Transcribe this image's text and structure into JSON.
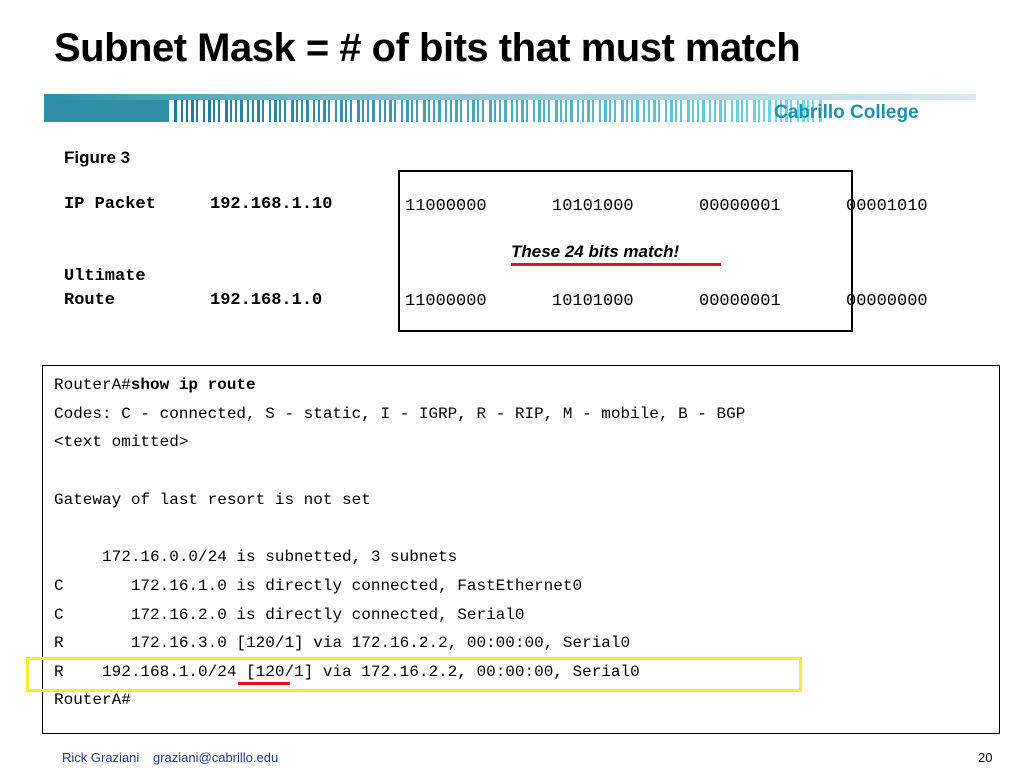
{
  "slide": {
    "title": "Subnet Mask = # of bits that must match",
    "brand": "Cabrillo College",
    "accent_color": "#1f8fb0"
  },
  "figure": {
    "label": "Figure 3",
    "ip_packet": {
      "label": "IP Packet",
      "address": "192.168.1.10",
      "octets": [
        "11000000",
        "10101000",
        "00000001",
        "00001010"
      ]
    },
    "route": {
      "label_line1": "Ultimate",
      "label_line2": "Route",
      "address": "192.168.1.0",
      "octets": [
        "11000000",
        "10101000",
        "00000001",
        "00000000"
      ]
    },
    "match_note": "These 24 bits match!"
  },
  "router_output": {
    "prompt": "RouterA#",
    "command": "show ip route",
    "lines": [
      "Codes: C - connected, S - static, I - IGRP, R - RIP, M - mobile, B - BGP",
      "<text omitted>",
      "",
      "Gateway of last resort is not set",
      "",
      "     172.16.0.0/24 is subnetted, 3 subnets",
      "C       172.16.1.0 is directly connected, FastEthernet0",
      "C       172.16.2.0 is directly connected, Serial0",
      "R       172.16.3.0 [120/1] via 172.16.2.2, 00:00:00, Serial0"
    ],
    "highlight_line": {
      "code": "R",
      "network": "192.168.1.0",
      "prefix": "/24",
      "rest": " [120/1] via 172.16.2.2, 00:00:00, Serial0"
    },
    "end_prompt": "RouterA#"
  },
  "footer": {
    "author": "Rick Graziani",
    "email": "graziani@cabrillo.edu",
    "page": "20"
  }
}
